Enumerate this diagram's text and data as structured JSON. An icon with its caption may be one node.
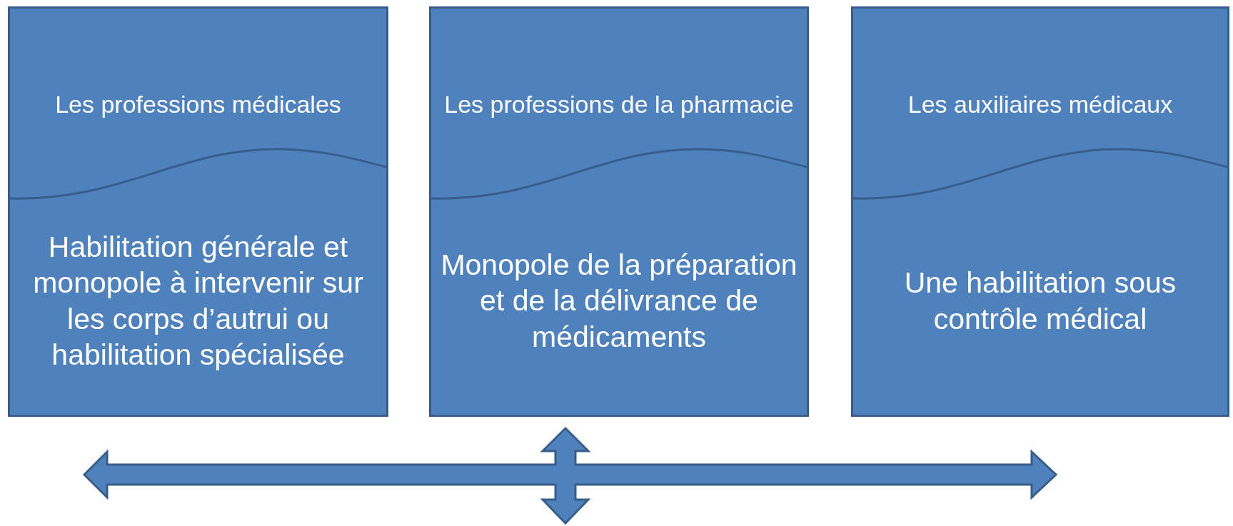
{
  "diagram": {
    "nodes": [
      {
        "text": [
          "Les professions médicales",
          "Habilitation générale et monopole à intervenir sur les corps d’autrui ou habilitation spécialisée"
        ]
      },
      {
        "text": [
          "Les professions de la pharmacie",
          "Monopole de la préparation et de la délivrance de médicaments"
        ]
      },
      {
        "text": [
          "Les auxiliaires médicaux",
          "Une habilitation sous contrôle médical"
        ]
      }
    ]
  }
}
